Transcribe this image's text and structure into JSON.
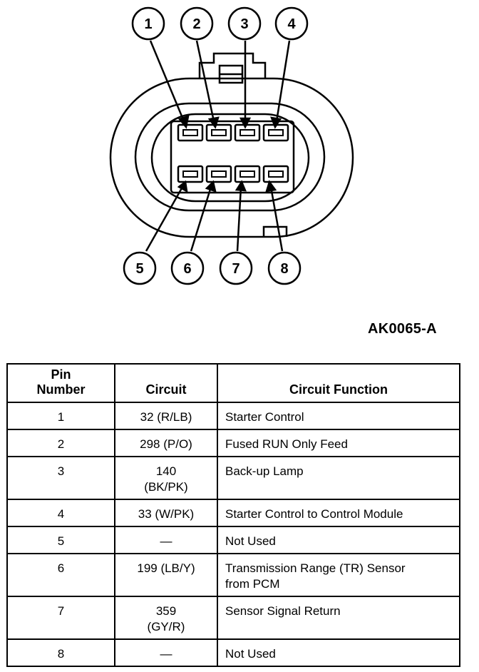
{
  "callouts": [
    "1",
    "2",
    "3",
    "4",
    "5",
    "6",
    "7",
    "8"
  ],
  "figure_code": "AK0065-A",
  "table": {
    "headers": {
      "pin_line1": "Pin",
      "pin_line2": "Number",
      "circuit": "Circuit",
      "function": "Circuit Function"
    },
    "rows": [
      {
        "pin": "1",
        "circuit": [
          "32 (R/LB)"
        ],
        "function": [
          "Starter Control"
        ]
      },
      {
        "pin": "2",
        "circuit": [
          "298 (P/O)"
        ],
        "function": [
          "Fused RUN Only Feed"
        ]
      },
      {
        "pin": "3",
        "circuit": [
          "140",
          "(BK/PK)"
        ],
        "function": [
          "Back-up Lamp"
        ]
      },
      {
        "pin": "4",
        "circuit": [
          "33 (W/PK)"
        ],
        "function": [
          "Starter Control to Control Module"
        ]
      },
      {
        "pin": "5",
        "circuit": [
          "—"
        ],
        "function": [
          "Not Used"
        ]
      },
      {
        "pin": "6",
        "circuit": [
          "199 (LB/Y)"
        ],
        "function": [
          "Transmission Range (TR) Sensor",
          "from PCM"
        ]
      },
      {
        "pin": "7",
        "circuit": [
          "359",
          "(GY/R)"
        ],
        "function": [
          "Sensor Signal Return"
        ]
      },
      {
        "pin": "8",
        "circuit": [
          "—"
        ],
        "function": [
          "Not Used"
        ]
      }
    ]
  }
}
